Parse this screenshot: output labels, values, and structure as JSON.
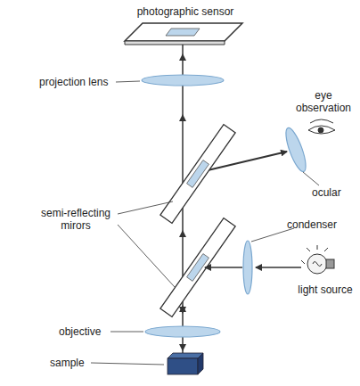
{
  "diagram": {
    "labels": [
      "photographic sensor",
      "projection lens",
      "eye observation",
      "ocular",
      "condenser",
      "semi-reflecting mirors",
      "light source",
      "objective",
      "sample"
    ]
  }
}
